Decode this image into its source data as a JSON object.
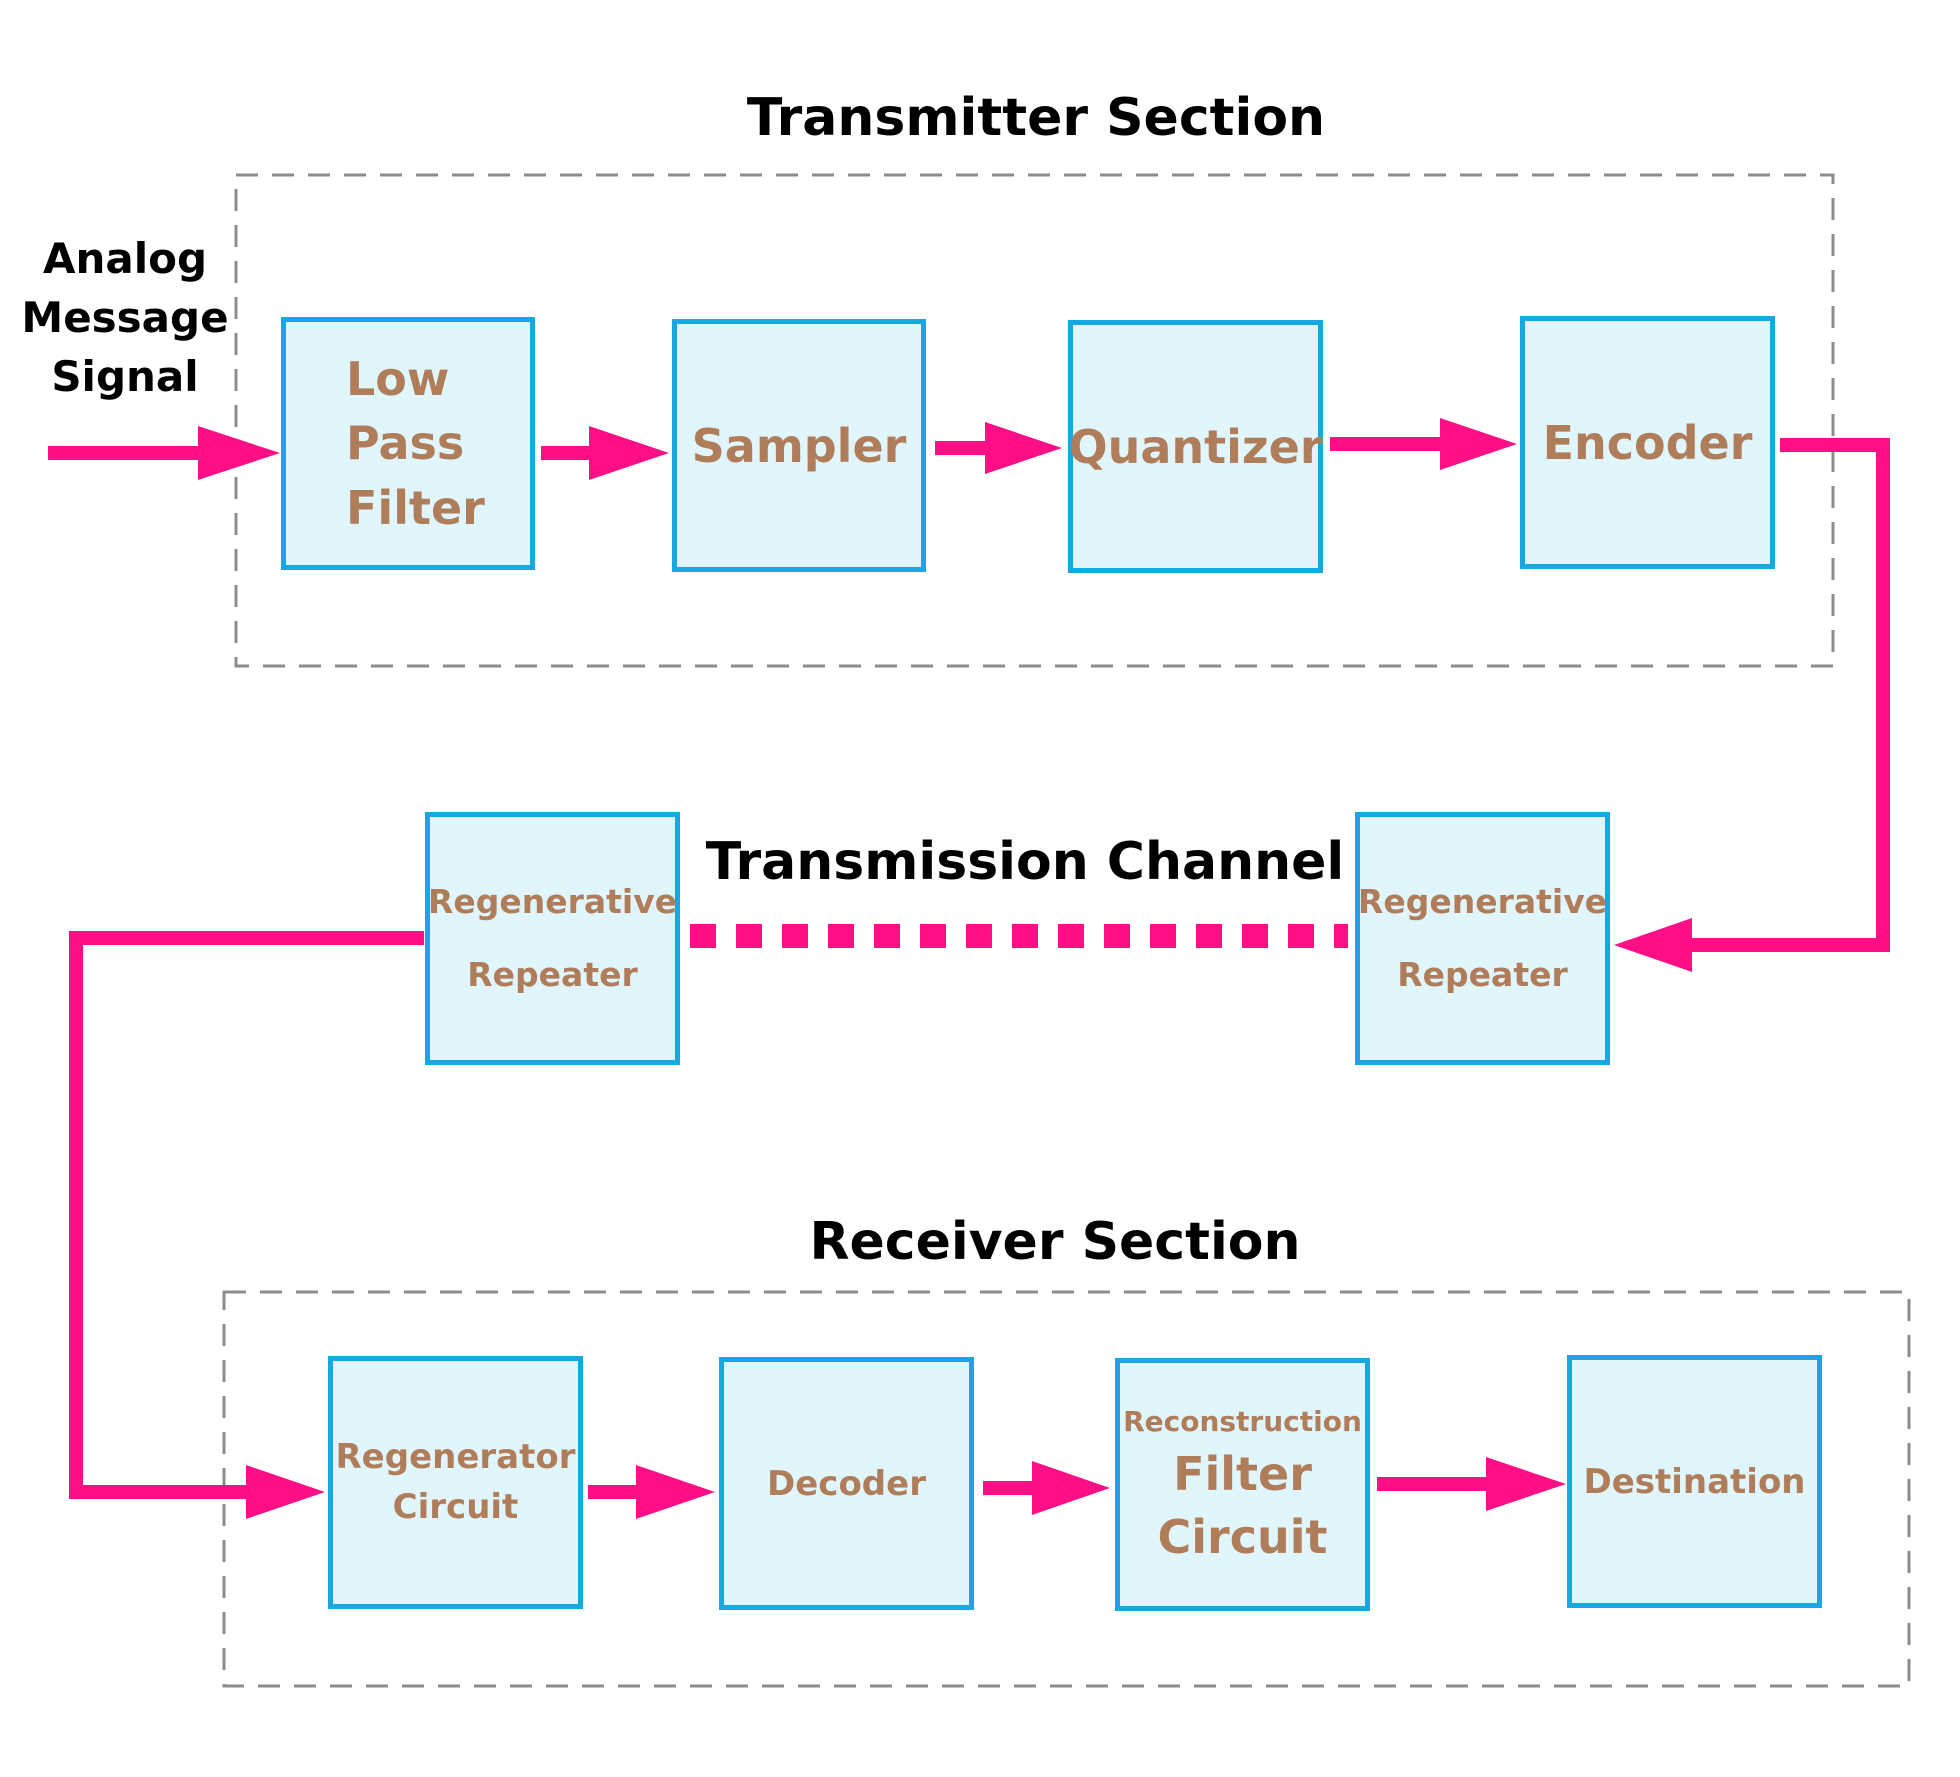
{
  "colors": {
    "arrow": "#ff0f86",
    "block_border": "#17a8e3",
    "block_fill": "#e0f6fc",
    "block_text": "#b07d5a",
    "section_border": "#8c8c8c",
    "title_text": "#000000"
  },
  "titles": {
    "transmitter": "Transmitter Section",
    "channel": "Transmission Channel",
    "receiver": "Receiver Section"
  },
  "input": {
    "lines": [
      "Analog",
      "Message",
      "Signal"
    ]
  },
  "transmitter": {
    "low_pass_filter": [
      "Low",
      "Pass",
      "Filter"
    ],
    "sampler": "Sampler",
    "quantizer": "Quantizer",
    "encoder": "Encoder"
  },
  "channel": {
    "repeater_right": [
      "Regenerative",
      "Repeater"
    ],
    "repeater_left": [
      "Regenerative",
      "Repeater"
    ]
  },
  "receiver": {
    "regenerator_circuit": [
      "Regenerator",
      "Circuit"
    ],
    "decoder": "Decoder",
    "reconstruction_filter": [
      "Reconstruction",
      "Filter",
      "Circuit"
    ],
    "destination": "Destination"
  }
}
